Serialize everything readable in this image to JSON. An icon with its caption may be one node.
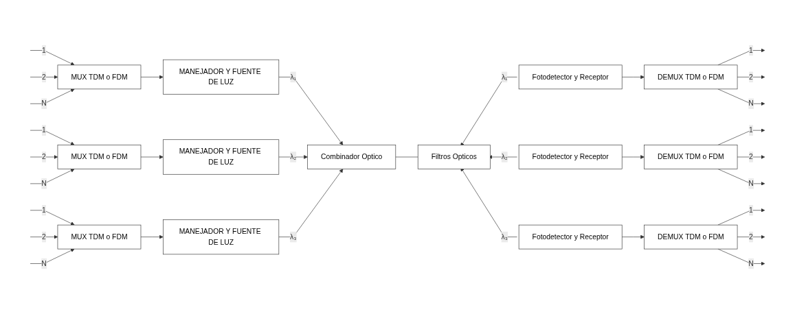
{
  "diagram": {
    "nodes": [
      {
        "text": [
          "MUX TDM o FDM"
        ]
      },
      {
        "text": [
          "MANEJADOR Y FUENTE DE LUZ"
        ]
      },
      {
        "text": [
          "MUX TDM o FDM"
        ]
      },
      {
        "text": [
          "MANEJADOR Y FUENTE DE LUZ"
        ]
      },
      {
        "text": [
          "MUX TDM o FDM"
        ]
      },
      {
        "text": [
          "MANEJADOR Y FUENTE DE LUZ"
        ]
      },
      {
        "text": [
          "Combinador Optico"
        ]
      },
      {
        "text": [
          "Filtros Opticos"
        ]
      },
      {
        "text": [
          "Fotodetector y Receptor"
        ]
      },
      {
        "text": [
          "DEMUX TDM o FDM"
        ]
      },
      {
        "text": [
          "Fotodetector y Receptor"
        ]
      },
      {
        "text": [
          "DEMUX TDM o FDM"
        ]
      },
      {
        "text": [
          "Fotodetector y Receptor"
        ]
      },
      {
        "text": [
          "DEMUX TDM o FDM"
        ]
      }
    ],
    "edges": [
      {
        "from": null,
        "to": 0,
        "arrow": "to",
        "label": "1"
      },
      {
        "from": null,
        "to": 0,
        "arrow": "to",
        "label": "2"
      },
      {
        "from": null,
        "to": 0,
        "arrow": "to",
        "label": "N"
      },
      {
        "from": 0,
        "to": 1,
        "arrow": "to"
      },
      {
        "from": 1,
        "to": 6,
        "arrow": "to",
        "label": "λ₁"
      },
      {
        "from": null,
        "to": 2,
        "arrow": "to",
        "label": "1"
      },
      {
        "from": null,
        "to": 2,
        "arrow": "to",
        "label": "2"
      },
      {
        "from": null,
        "to": 2,
        "arrow": "to",
        "label": "N"
      },
      {
        "from": 2,
        "to": 3,
        "arrow": "to"
      },
      {
        "from": 3,
        "to": 6,
        "arrow": "to",
        "label": "λ₂"
      },
      {
        "from": null,
        "to": 4,
        "arrow": "to",
        "label": "1"
      },
      {
        "from": null,
        "to": 4,
        "arrow": "to",
        "label": "2"
      },
      {
        "from": null,
        "to": 4,
        "arrow": "to",
        "label": "N"
      },
      {
        "from": 4,
        "to": 5,
        "arrow": "to"
      },
      {
        "from": 5,
        "to": 6,
        "arrow": "to",
        "label": "λ₃"
      },
      {
        "from": 6,
        "to": 7,
        "arrow": "none"
      },
      {
        "from": 8,
        "to": 7,
        "arrow": "to",
        "label": "λ₁"
      },
      {
        "from": 8,
        "to": 9,
        "arrow": "to"
      },
      {
        "from": 9,
        "to": null,
        "arrow": "to",
        "label": "1"
      },
      {
        "from": 9,
        "to": null,
        "arrow": "to",
        "label": "2"
      },
      {
        "from": 9,
        "to": null,
        "arrow": "to",
        "label": "N"
      },
      {
        "from": 10,
        "to": 7,
        "arrow": "to",
        "label": "λ₂"
      },
      {
        "from": 10,
        "to": 11,
        "arrow": "to"
      },
      {
        "from": 11,
        "to": null,
        "arrow": "to",
        "label": "1"
      },
      {
        "from": 11,
        "to": null,
        "arrow": "to",
        "label": "2"
      },
      {
        "from": 11,
        "to": null,
        "arrow": "to",
        "label": "N"
      },
      {
        "from": 12,
        "to": 7,
        "arrow": "to",
        "label": "λ₃"
      },
      {
        "from": 12,
        "to": 13,
        "arrow": "to"
      },
      {
        "from": 13,
        "to": null,
        "arrow": "to",
        "label": "1"
      },
      {
        "from": 13,
        "to": null,
        "arrow": "to",
        "label": "2"
      },
      {
        "from": 13,
        "to": null,
        "arrow": "to",
        "label": "N"
      }
    ]
  }
}
